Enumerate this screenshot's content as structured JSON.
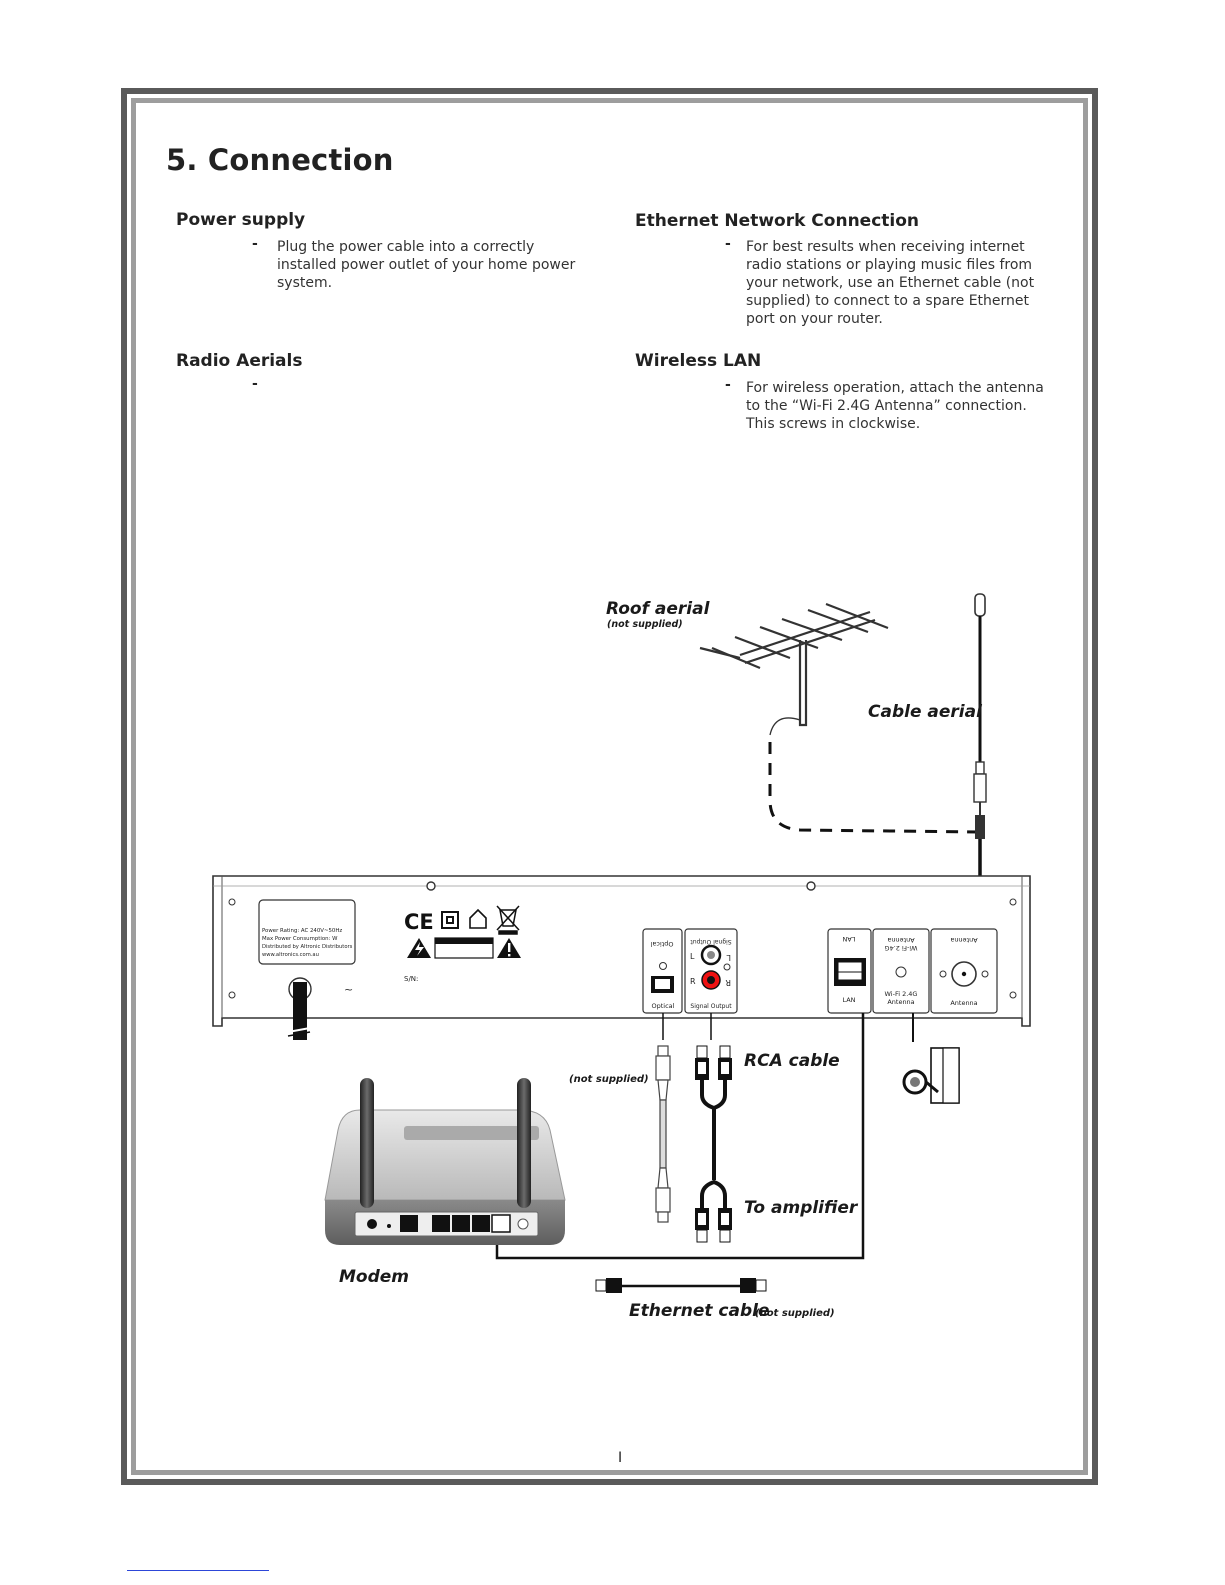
{
  "page": {
    "title": "5. Connection",
    "page_number": "I"
  },
  "sections": {
    "power": {
      "heading": "Power supply",
      "dash": "-",
      "text": "Plug the power cable into a correctly installed power outlet of your home power system."
    },
    "aerials": {
      "heading": "Radio Aerials",
      "dash": "-"
    },
    "ethernet": {
      "heading": "Ethernet Network Connection",
      "dash": "-",
      "text": "For best results when receiving internet radio stations or playing music files from your network, use an Ethernet cable (not supplied) to connect to a spare Ethernet port on your router."
    },
    "wireless": {
      "heading": "Wireless LAN",
      "dash": "-",
      "text": "For wireless operation, attach the antenna to the “Wi-Fi 2.4G Antenna” connection. This screws in clockwise."
    }
  },
  "diagram": {
    "roof_aerial": "Roof aerial",
    "roof_not_supplied": "(not supplied)",
    "cable_aerial": "Cable aerial",
    "rca_cable": "RCA cable",
    "optical_not_supplied": "(not supplied)",
    "to_amplifier": "To amplifier",
    "modem": "Modem",
    "ethernet_cable": "Ethernet cable",
    "ethernet_not_supplied": "(not supplied)",
    "rating_lines": [
      "Power Rating: AC 240V~50Hz",
      "Max Power Consumption:     W",
      "Distributed by Altronic Distributors",
      "www.altronics.com.au"
    ],
    "serial_label": "S/N:",
    "optical_label": "Optical",
    "optical_label_flipped": "Optical",
    "signal_output_label": "Signal  Output",
    "signal_output_flipped": "Signal Output",
    "channel_l": "L",
    "channel_r": "R",
    "lan_label": "LAN",
    "lan_label_flipped": "LAN",
    "wifi_label": "Wi-Fi 2.4G",
    "wifi_antenna_label": "Antenna",
    "wifi_flipped": "Wi-Fi 2.4G",
    "wifi_antenna_flipped": "Antenna",
    "antenna_label": "Antenna",
    "antenna_flipped": "Antenna",
    "ac_symbol": "~"
  }
}
